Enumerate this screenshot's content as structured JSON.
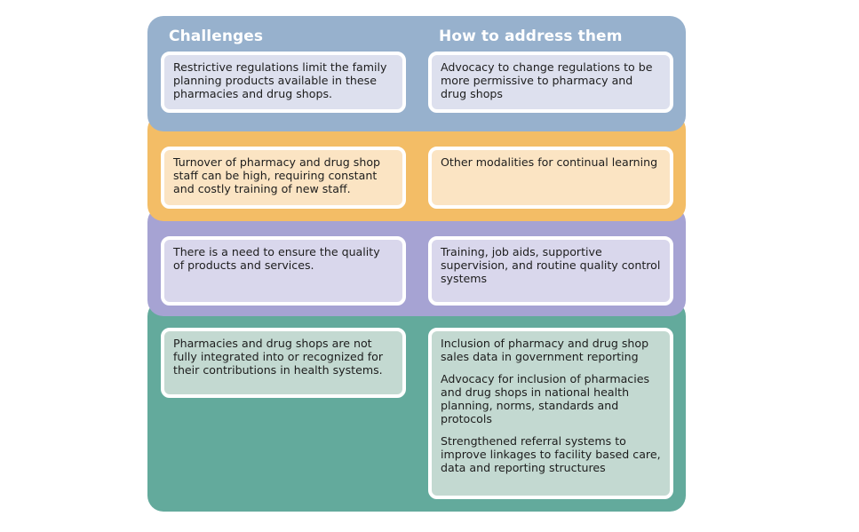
{
  "headers": {
    "challenges": "Challenges",
    "solutions": "How to address them"
  },
  "colors": {
    "row1": "#97b1cd",
    "row2": "#f3bd66",
    "row3": "#a6a3d3",
    "row4": "#63aa9c"
  },
  "rows": [
    {
      "challenge": "Restrictive regulations limit the family planning products available in these pharmacies and drug shops.",
      "solutions": [
        "Advocacy to change regulations to be more permissive to pharmacy and drug shops"
      ]
    },
    {
      "challenge": "Turnover of pharmacy and drug shop staff can be high, requiring constant and costly training of new staff.",
      "solutions": [
        "Other modalities for continual learning"
      ]
    },
    {
      "challenge": "There is a need to ensure the quality of products and services.",
      "solutions": [
        "Training, job aids, supportive supervision, and routine quality control systems"
      ]
    },
    {
      "challenge": "Pharmacies and drug shops are not fully integrated into or recognized for their contributions in health systems.",
      "solutions": [
        "Inclusion of pharmacy and drug shop sales data in government reporting",
        "Advocacy for inclusion of pharmacies and drug shops in national health planning, norms, standards and protocols",
        "Strengthened referral systems to improve linkages to facility based care, data and reporting structures"
      ]
    }
  ]
}
